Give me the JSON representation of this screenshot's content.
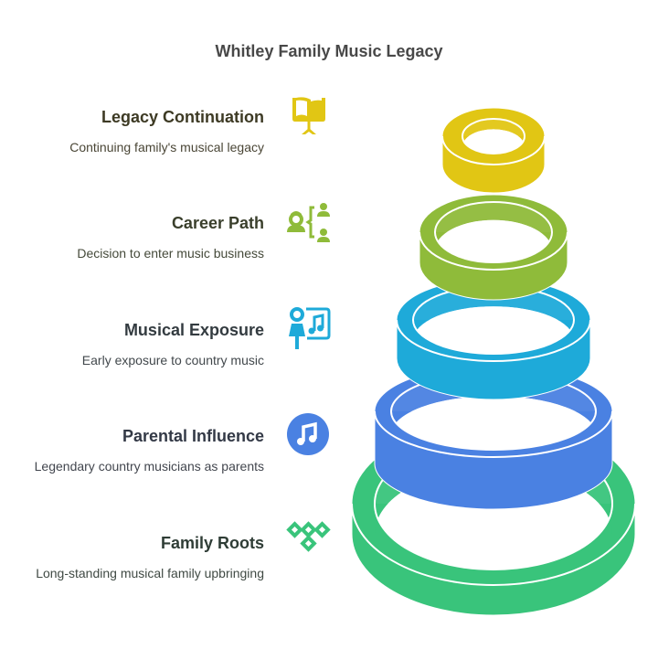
{
  "title": "Whitley Family Music Legacy",
  "levels": [
    {
      "heading": "Legacy Continuation",
      "description": "Continuing family's musical legacy",
      "icon": "book-stand-icon",
      "color": "#e1c614",
      "text_color": "#3d3a24"
    },
    {
      "heading": "Career Path",
      "description": "Decision to enter music business",
      "icon": "career-choice-icon",
      "color": "#8fbb3a",
      "text_color": "#3a3f2c"
    },
    {
      "heading": "Musical Exposure",
      "description": "Early exposure to country music",
      "icon": "music-teacher-icon",
      "color": "#1eaad9",
      "text_color": "#333b40"
    },
    {
      "heading": "Parental Influence",
      "description": "Legendary country musicians as parents",
      "icon": "music-note-icon",
      "color": "#4a81e2",
      "text_color": "#333946"
    },
    {
      "heading": "Family Roots",
      "description": "Long-standing musical family upbringing",
      "icon": "diamond-tree-icon",
      "color": "#39c47b",
      "text_color": "#2f3d36"
    }
  ]
}
